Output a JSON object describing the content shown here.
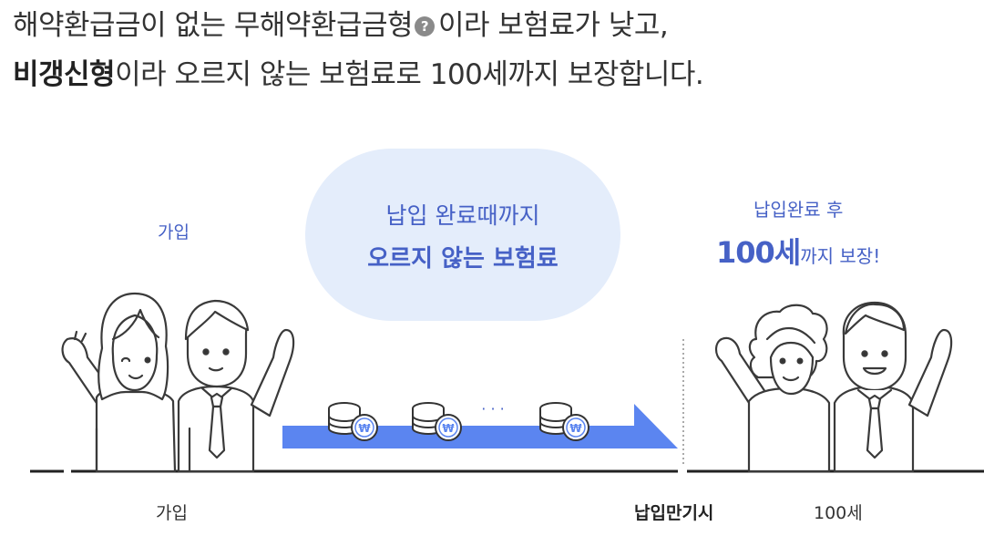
{
  "headline": {
    "line1_main": "해약환급금이 없는 무해약환급금형",
    "line1_help_glyph": "?",
    "line1_tail": "이라 보험료가 낮고,",
    "line2_bold": "비갱신형",
    "line2_rest": "이라 오르지 않는 보험료로 100세까지 보장합니다."
  },
  "diagram": {
    "join_label": "가입",
    "bubble_line1": "납입 완료때까지",
    "bubble_line2": "오르지 않는 보험료",
    "after_line1": "납입완료 후",
    "after_big": "100세",
    "after_small": "까지 보장!",
    "dots": "· · ·",
    "coin_symbol": "₩",
    "arrow_color": "#5b85f0",
    "accent_color": "#4661c6",
    "bubble_color": "#e4edfb"
  },
  "timeline": {
    "label_start": "가입",
    "label_end_payment": "납입만기시",
    "label_100": "100세"
  }
}
